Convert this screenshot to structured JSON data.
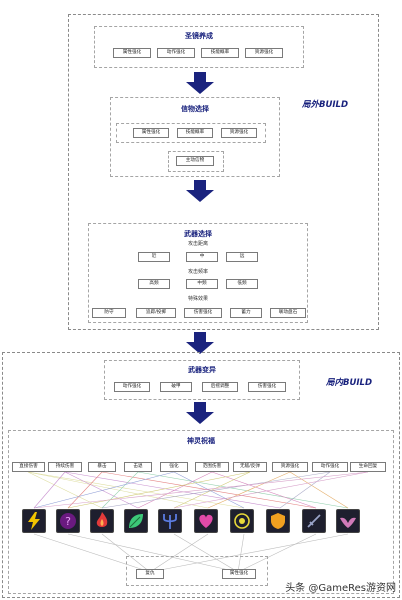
{
  "sections": {
    "outer_build_label": "局外BUILD",
    "inner_build_label": "局内BUILD"
  },
  "relic_dev": {
    "title": "圣镜养成",
    "items": [
      "属性强化",
      "动作强化",
      "技能概率",
      "资源强化"
    ]
  },
  "relic_select": {
    "title": "信物选择",
    "items": [
      "属性强化",
      "技能概率",
      "资源强化"
    ],
    "main": "主动信物"
  },
  "weapon_select": {
    "title": "武器选择",
    "range_caption": "攻击距离",
    "range_items": [
      "近",
      "中",
      "远"
    ],
    "freq_caption": "攻击频率",
    "freq_items": [
      "高频",
      "中频",
      "低频"
    ],
    "effect_caption": "特殊效果",
    "effect_items": [
      "防守",
      "追踪/投掷",
      "伤害强化",
      "蓄力",
      "联动盘石"
    ]
  },
  "weapon_mutation": {
    "title": "武器变异",
    "items": [
      "动作强化",
      "破甲",
      "后摇调整",
      "伤害强化"
    ]
  },
  "divine_blessing": {
    "title": "神灵祝福",
    "items": [
      "直接伤害",
      "持续伤害",
      "暴击",
      "击退",
      "强化",
      "范围伤害",
      "无敌/反弹",
      "资源强化",
      "动作强化",
      "生命回复"
    ],
    "icons": [
      "lightning-icon",
      "question-icon",
      "fire-icon",
      "leaf-icon",
      "trident-icon",
      "heart-icon",
      "sun-icon",
      "shield-icon",
      "sword-icon",
      "wing-icon"
    ],
    "bottom_items": [
      "复仇",
      "属性强化"
    ]
  },
  "icon_colors": [
    "#f2c400",
    "#c03cd8",
    "#e23a3a",
    "#3cc878",
    "#5a7be0",
    "#e04aa8",
    "#e8d93a",
    "#f0a020",
    "#9aa4c8",
    "#d07ab8"
  ],
  "watermark": "头条 @GameRes游资网"
}
